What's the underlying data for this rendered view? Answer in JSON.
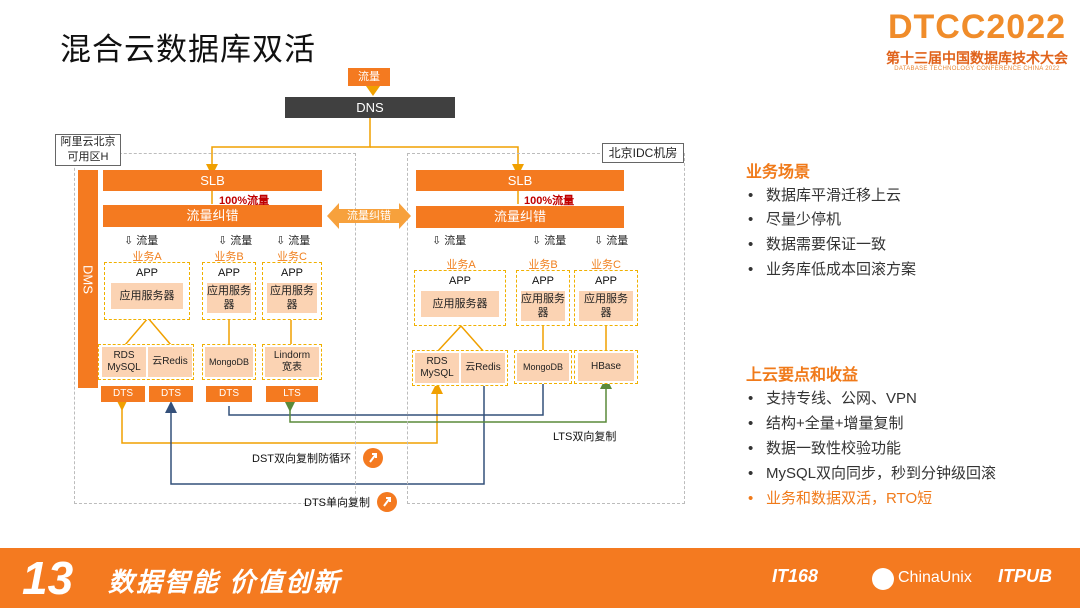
{
  "title": "混合云数据库双活",
  "logo": {
    "main": "DTCC2022",
    "sub": "第十三届中国数据库技术大会",
    "tiny": "DATABASE TECHNOLOGY CONFERENCE CHINA 2022"
  },
  "diagram": {
    "traffic_top": "流量",
    "dns": "DNS",
    "left_zone": "阿里云北京\n可用区H",
    "right_zone": "北京IDC机房",
    "dms": "DMS",
    "slb": "SLB",
    "pct": "100%流量",
    "correction": "流量纠错",
    "mid_correction": "流量纠错",
    "traffic": "流量",
    "biz_a": "业务A",
    "biz_b": "业务B",
    "biz_c": "业务C",
    "app": "APP",
    "app_server": "应用服务器",
    "left_db": {
      "rds": "RDS\nMySQL",
      "redis": "云Redis",
      "mongo": "MongoDB",
      "lindorm": "Lindorm\n宽表"
    },
    "right_db": {
      "rds": "RDS\nMySQL",
      "redis": "云Redis",
      "mongo": "MongoDB",
      "hbase": "HBase"
    },
    "dts": "DTS",
    "lts": "LTS",
    "lts_label": "LTS双向复制",
    "dst_label": "DST双向复制防循环",
    "dts_label": "DTS单向复制"
  },
  "panel": {
    "section1_title": "业务场景",
    "section1_items": [
      "数据库平滑迁移上云",
      "尽量少停机",
      "数据需要保证一致",
      "业务库低成本回滚方案"
    ],
    "section2_title": "上云要点和收益",
    "section2_items": [
      "支持专线、公网、VPN",
      "结构+全量+增量复制",
      "数据一致性校验功能",
      "MySQL双向同步，秒到分钟级回滚",
      "业务和数据双活，RTO短"
    ],
    "bullet": "•"
  },
  "footer": {
    "num": "13",
    "slogan": "数据智能  价值创新",
    "brand1": "IT168",
    "brand2": "ChinaUnix",
    "brand3": "ITPUB"
  },
  "colors": {
    "orange": "#f47a20",
    "dark": "#404040",
    "light_orange": "#fbd3b3",
    "highlight": "#f07a1a"
  }
}
